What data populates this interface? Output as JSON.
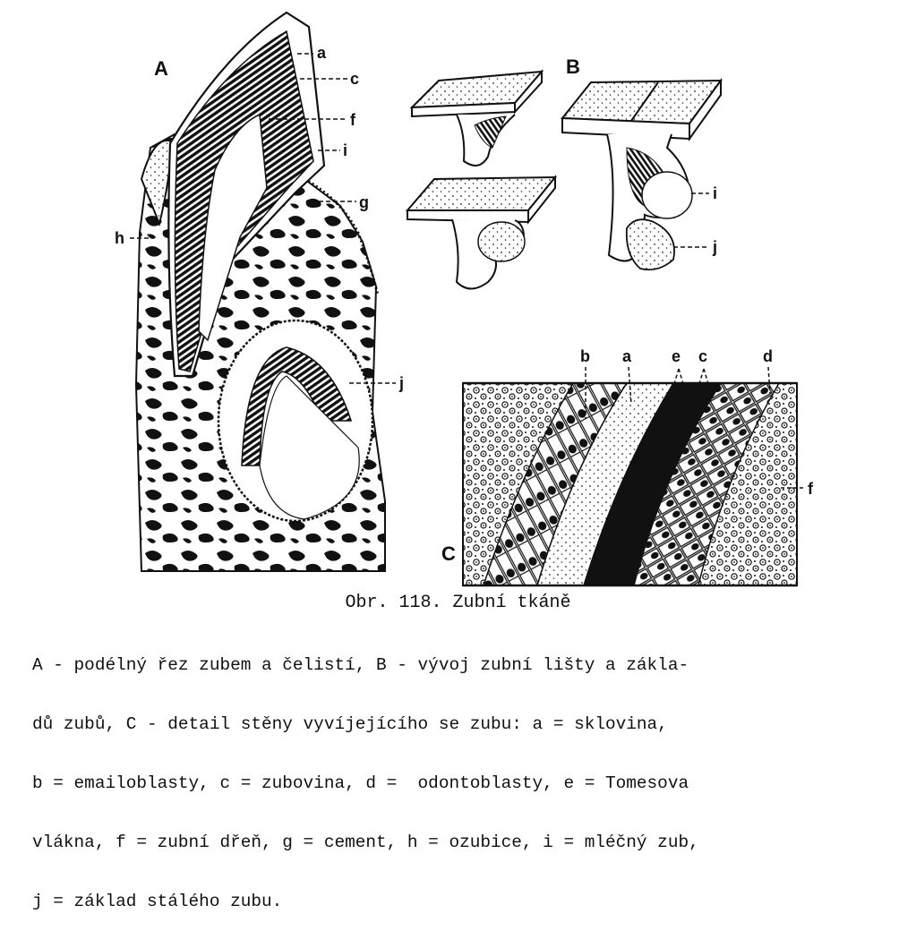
{
  "panels": {
    "A": "A",
    "B": "B",
    "C": "C"
  },
  "labels_A": {
    "a": "a",
    "c": "c",
    "f": "f",
    "i": "i",
    "g": "g",
    "h": "h",
    "j": "j"
  },
  "labels_B": {
    "i": "i",
    "j": "j"
  },
  "labels_C": {
    "b": "b",
    "a": "a",
    "e": "e",
    "c": "c",
    "d": "d",
    "f": "f"
  },
  "caption": {
    "title": "Obr. 118. Zubní tkáně",
    "lines": [
      "A - podélný řez zubem a čelistí, B - vývoj zubní lišty a zákla-",
      "dů zubů, C - detail stěny vyvíjejícího se zubu: a = sklovina,",
      "b = emailoblasty, c = zubovina, d =  odontoblasty, e = Tomesova",
      "vlákna, f = zubní dřeň, g = cement, h = ozubice, i = mléčný zub,",
      "j = základ stálého zubu."
    ]
  }
}
